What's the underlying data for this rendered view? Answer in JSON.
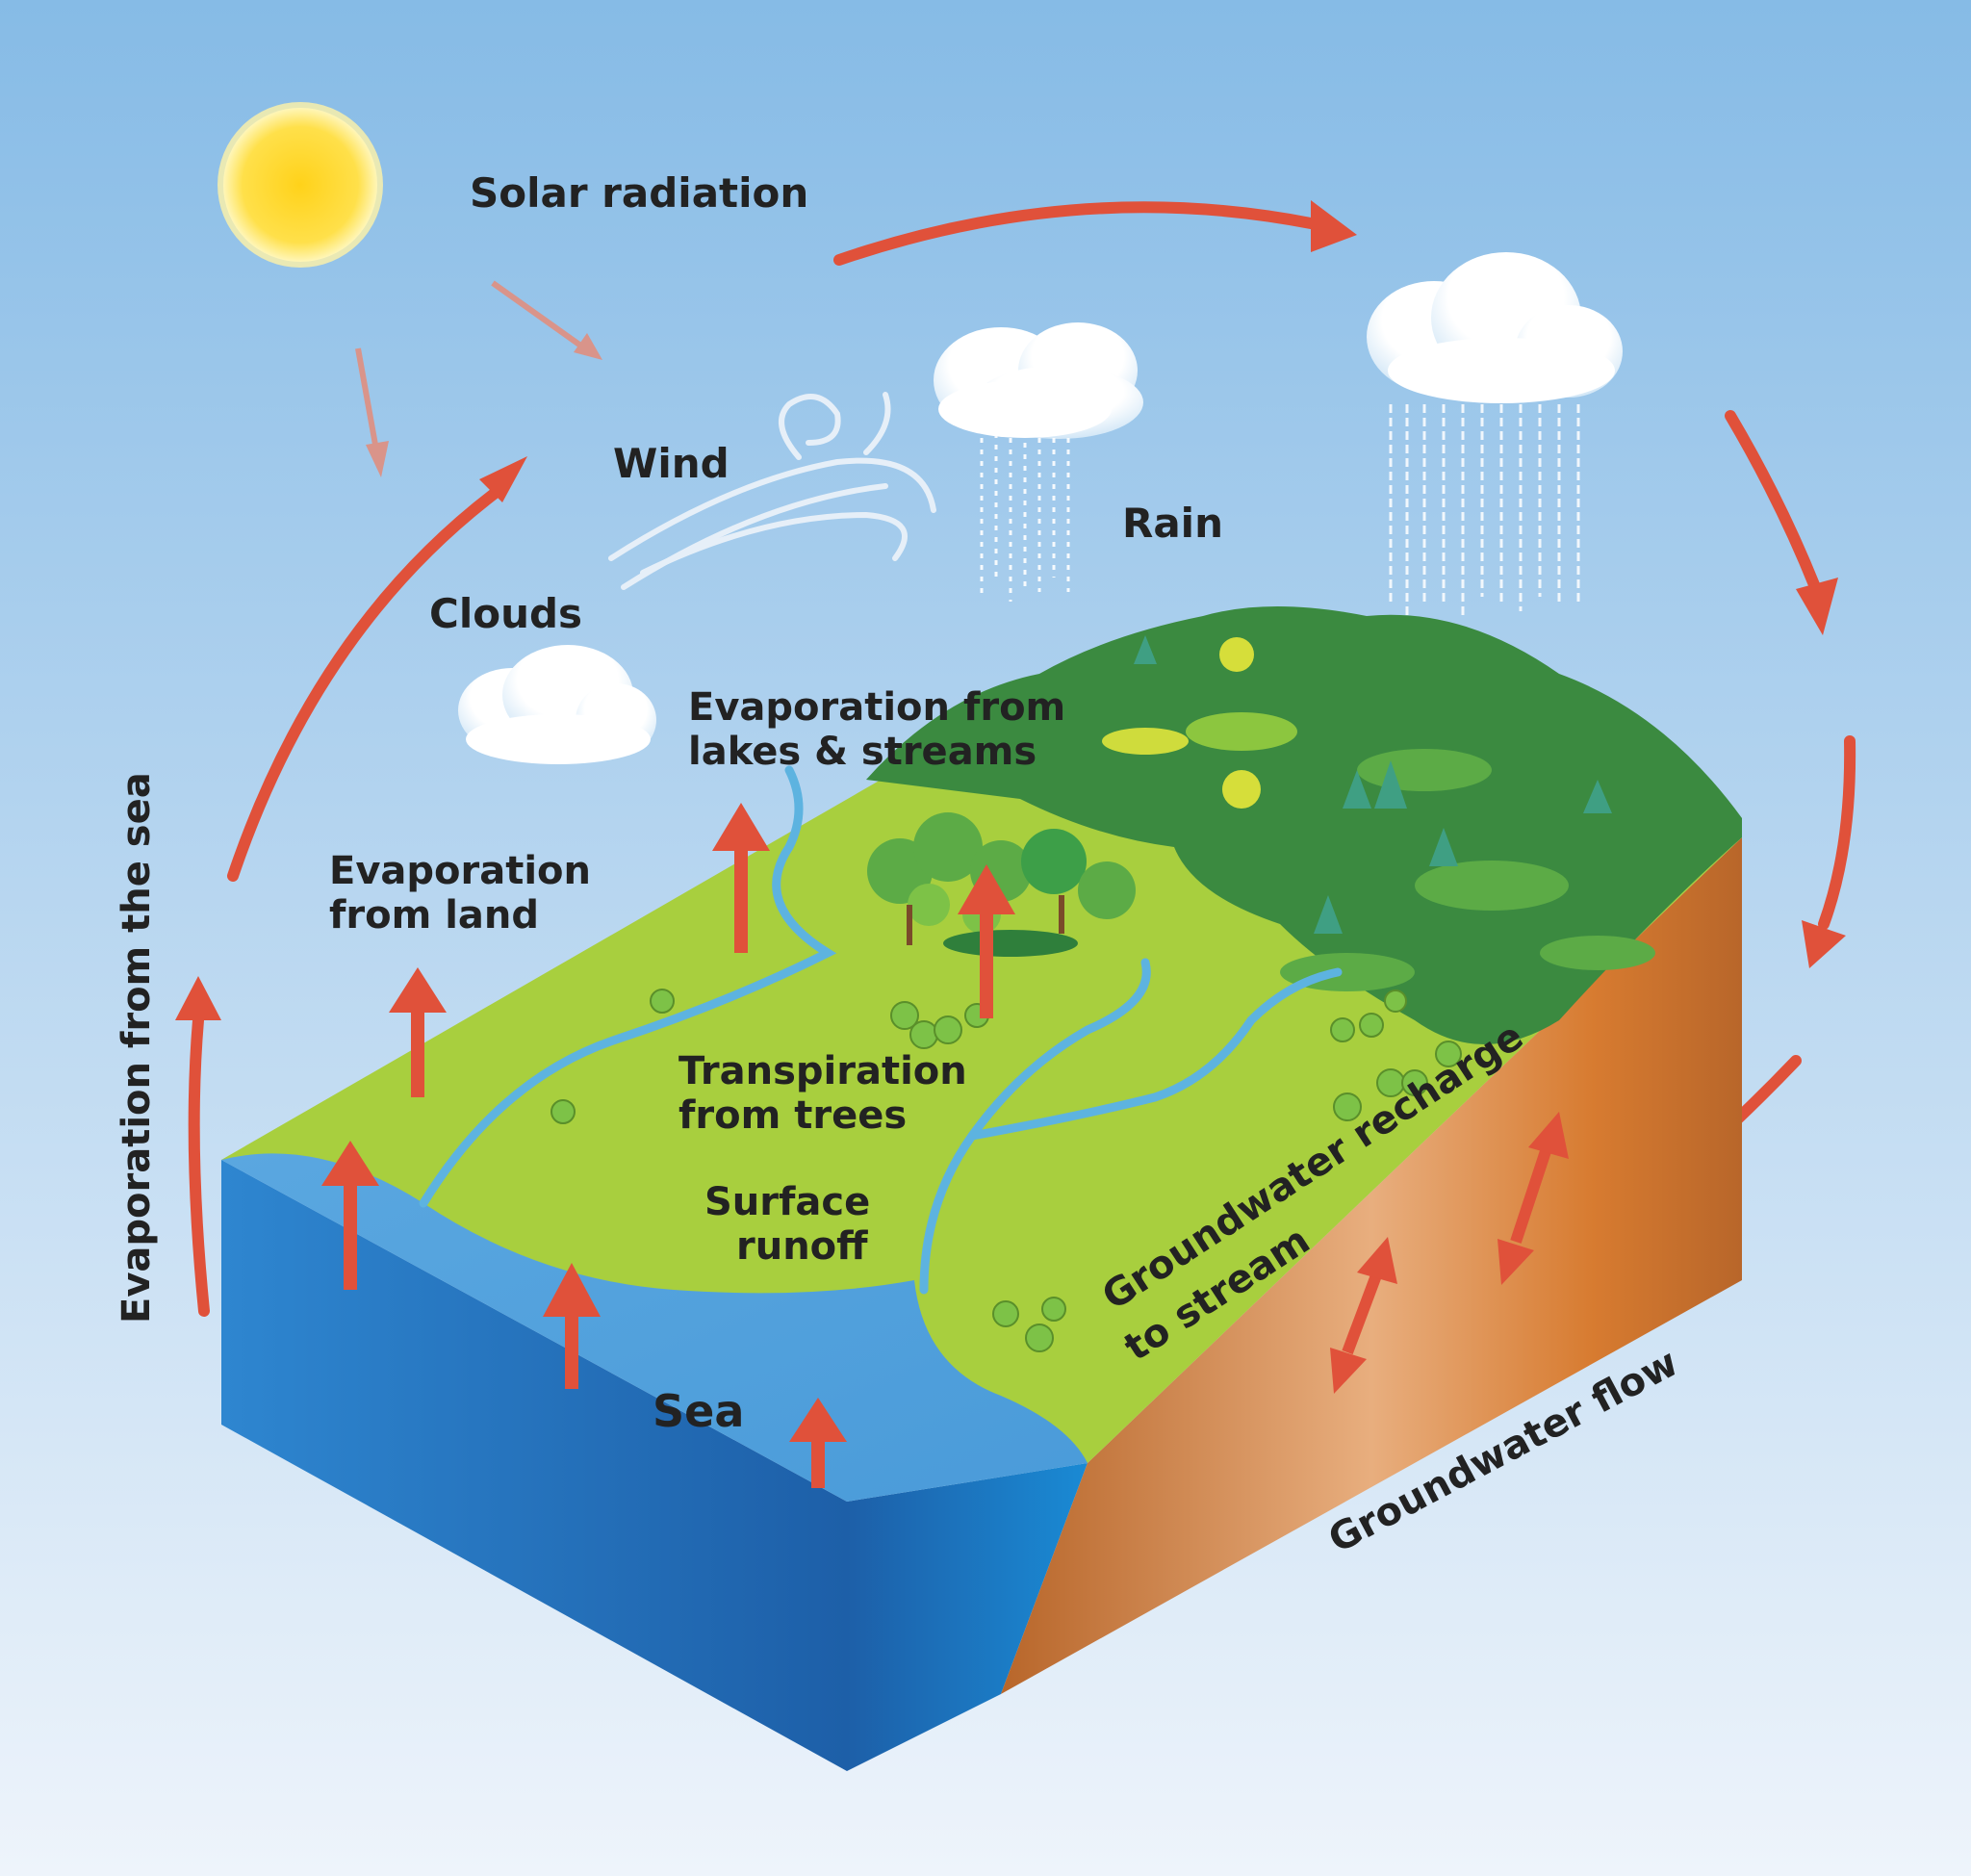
{
  "labels": {
    "solar_radiation": "Solar radiation",
    "wind": "Wind",
    "rain": "Rain",
    "clouds": "Clouds",
    "evap_lakes_1": "Evaporation from",
    "evap_lakes_2": "lakes & streams",
    "evap_land_1": "Evaporation",
    "evap_land_2": "from land",
    "evap_sea": "Evaporation from the sea",
    "transpiration_1": "Transpiration",
    "transpiration_2": "from trees",
    "runoff_1": "Surface",
    "runoff_2": "runoff",
    "sea": "Sea",
    "gw_recharge_1": "Groundwater recharge",
    "gw_recharge_2": "to stream",
    "gw_flow": "Groundwater flow"
  },
  "colors": {
    "sky_top": "#86bbe6",
    "sky_bottom": "#eef4fb",
    "arrow": "#e0513a",
    "solar_arrow": "#d9948a",
    "sun": "#ffd21a",
    "grass": "#a8cf3e",
    "forest": "#3b8a40",
    "sea": "#2c86cf",
    "soil": "#c77d3c",
    "river": "#5db3e0"
  }
}
